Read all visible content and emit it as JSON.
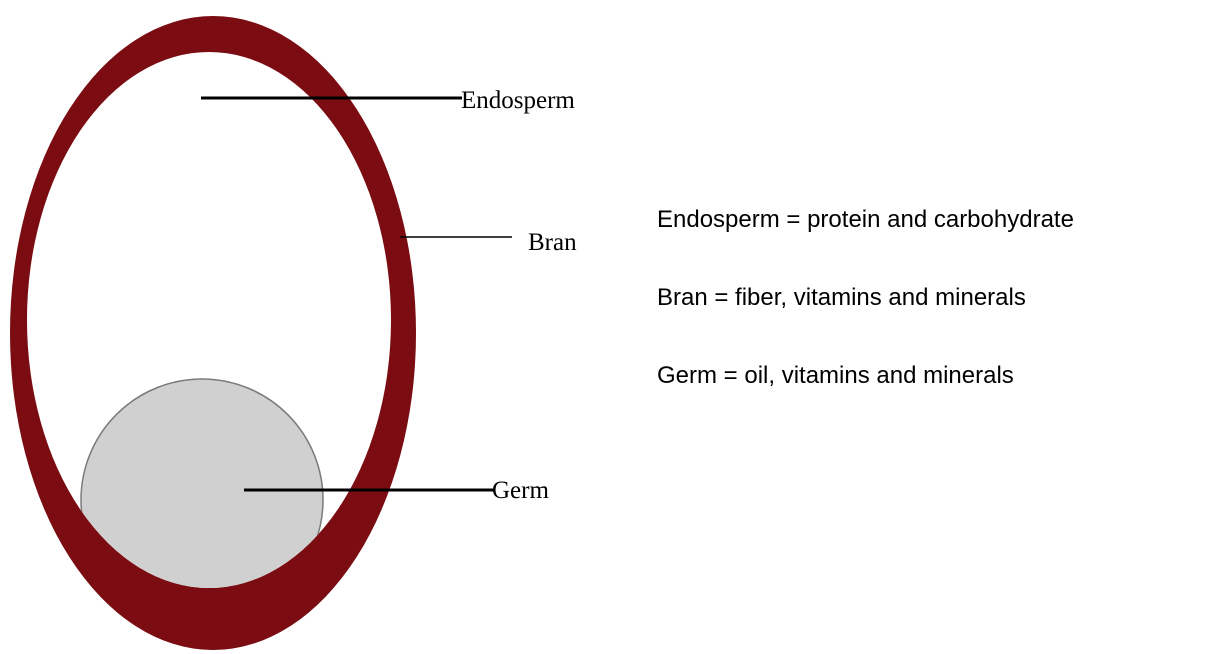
{
  "diagram": {
    "labels": {
      "endosperm": "Endosperm",
      "bran": "Bran",
      "germ": "Germ"
    },
    "colors": {
      "bran": "#7a0c12",
      "endosperm": "#ffffff",
      "germ": "#d0d0d0",
      "leader_line": "#000000"
    }
  },
  "notes": {
    "endosperm": "Endosperm = protein and carbohydrate",
    "bran": "Bran = fiber, vitamins and minerals",
    "germ": "Germ = oil, vitamins and minerals"
  }
}
